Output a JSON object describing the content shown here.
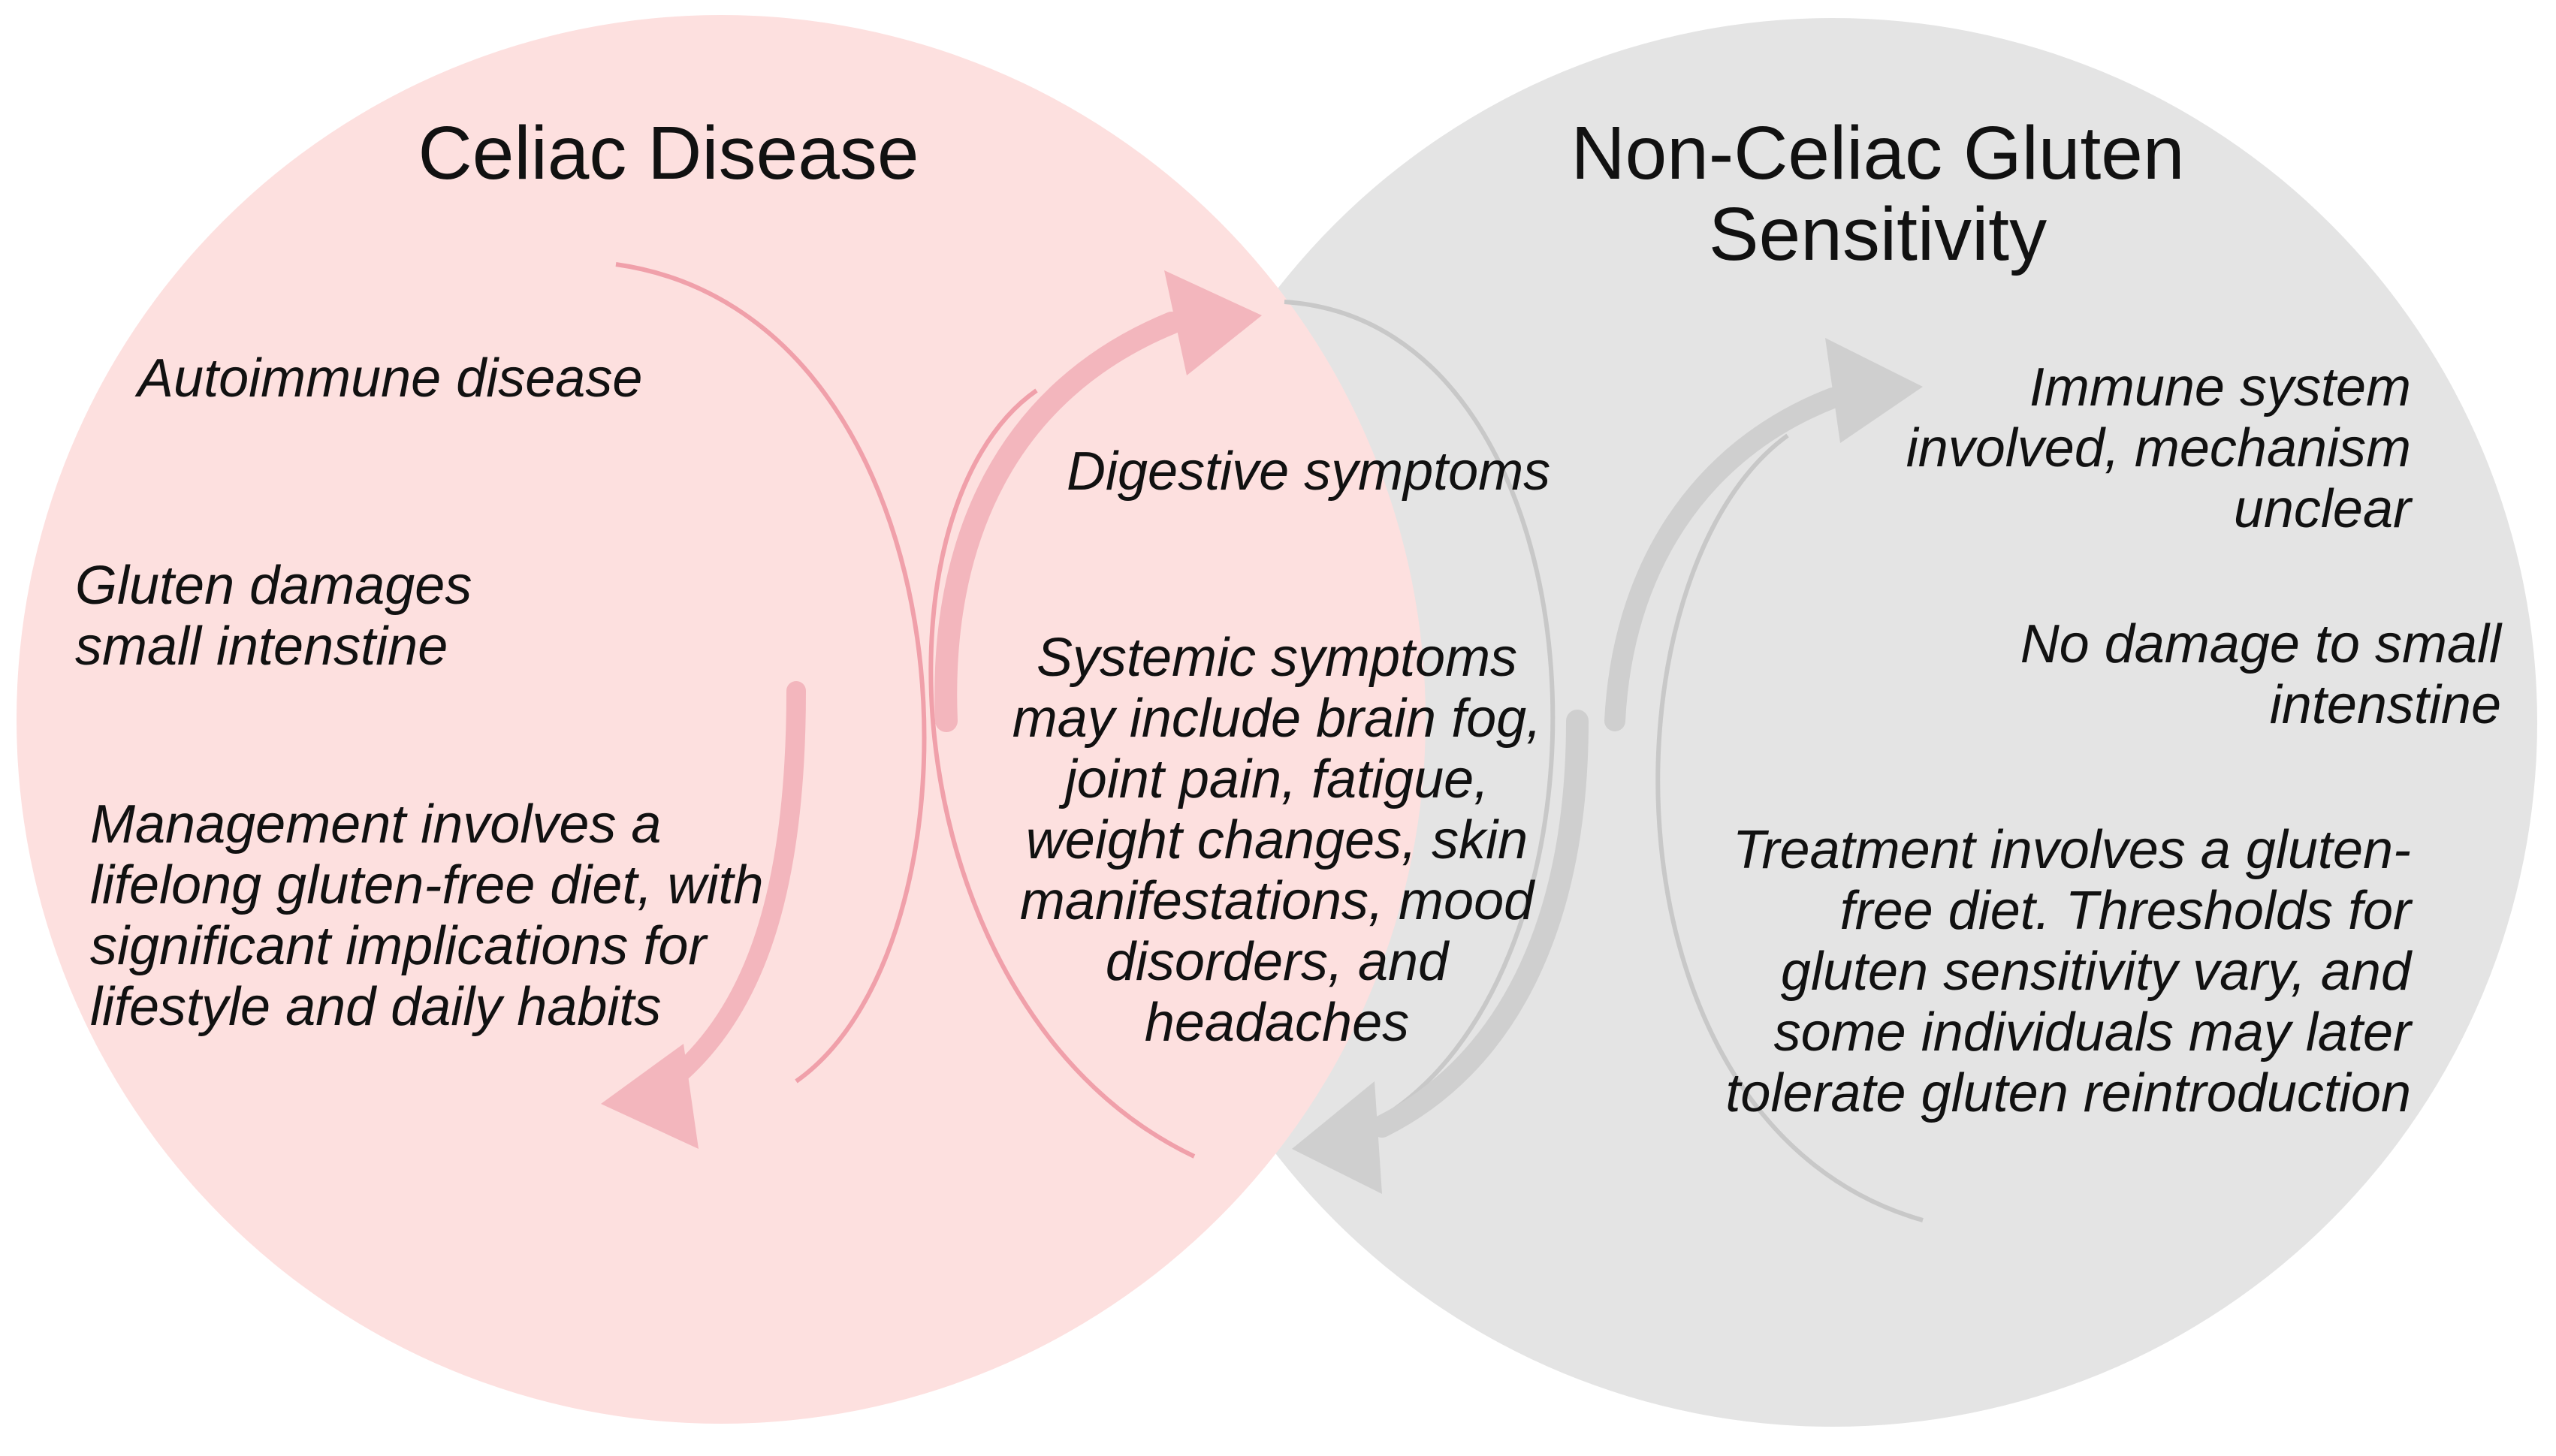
{
  "colors": {
    "celiac_circle": "#fde0df",
    "ncgs_circle": "#e4e4e4",
    "celiac_arrow": "#f3b6bd",
    "ncgs_arrow": "#cfcfcf",
    "text": "#111111"
  },
  "icons": {
    "celiac_arrow": "curved-arrow-icon",
    "ncgs_arrow": "curved-arrow-icon"
  },
  "celiac": {
    "title": "Celiac Disease",
    "items": [
      "Autoimmune disease",
      "Gluten damages\nsmall intenstine",
      "Management involves a\nlifelong gluten-free diet, with\nsignificant implications for\nlifestyle and daily habits"
    ]
  },
  "overlap": {
    "items": [
      "Digestive symptoms",
      "Systemic symptoms\nmay include brain fog,\njoint pain, fatigue,\nweight changes, skin\nmanifestations, mood\ndisorders, and\nheadaches"
    ]
  },
  "ncgs": {
    "title": "Non-Celiac Gluten\nSensitivity",
    "items": [
      "Immune system\ninvolved, mechanism\nunclear",
      "No damage to small\nintenstine",
      "Treatment involves a gluten-\nfree diet. Thresholds for\ngluten sensitivity vary, and\nsome individuals may later\ntolerate gluten reintroduction"
    ]
  }
}
